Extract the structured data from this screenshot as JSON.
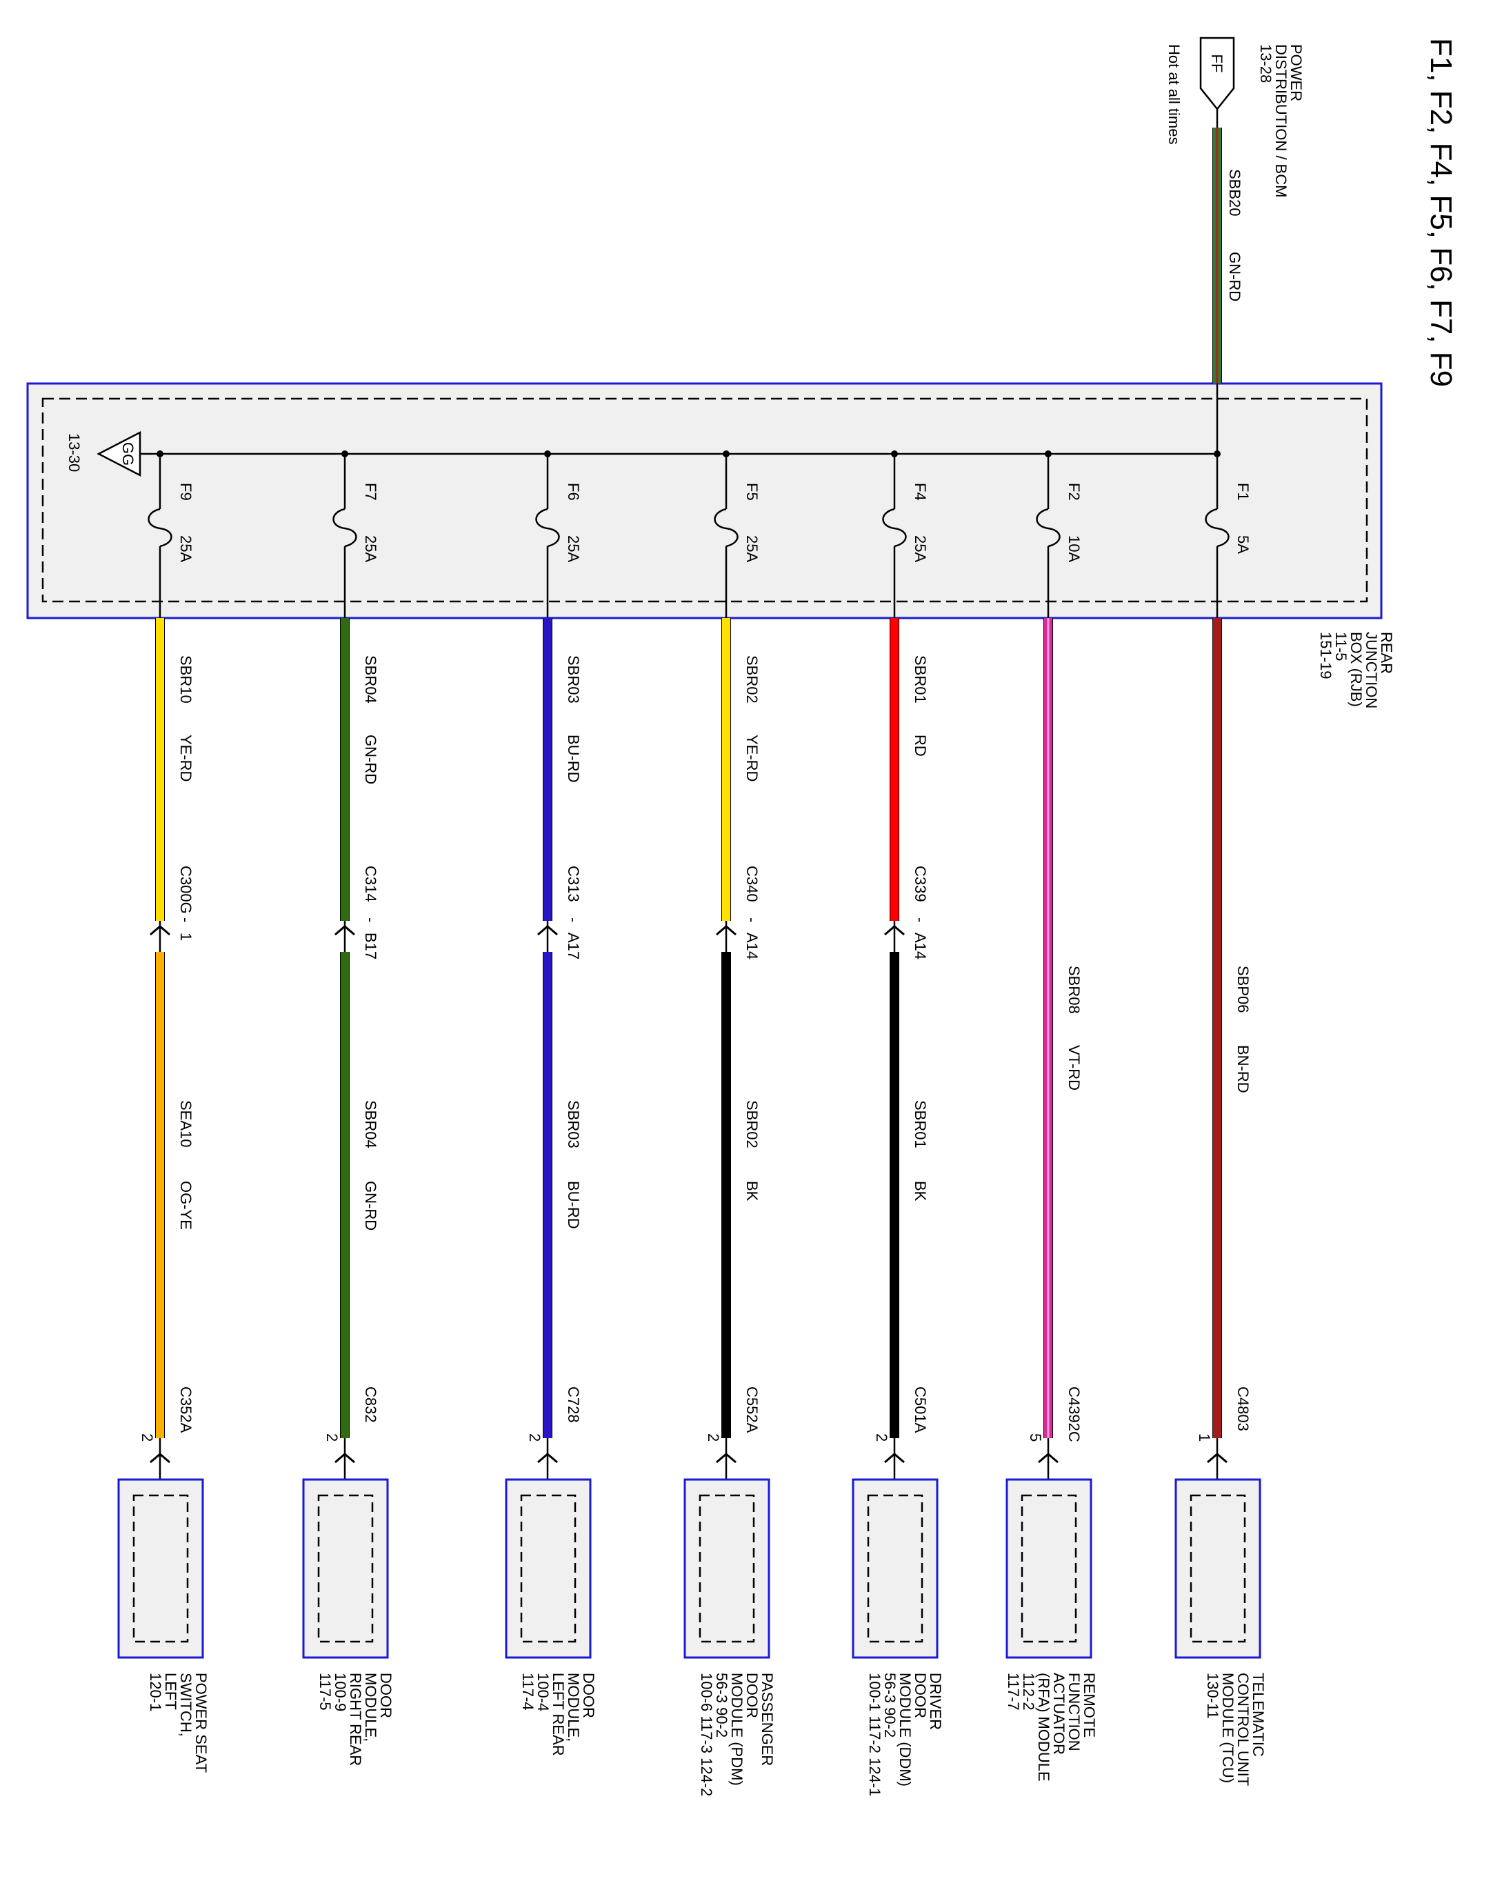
{
  "title": "F1, F2, F4, F5, F6, F7, F9",
  "source": {
    "connector": "FF",
    "name_lines": [
      "POWER",
      "DISTRIBUTION / BCM",
      "13-28"
    ],
    "note": "Hot at all times",
    "wire": "SBB20",
    "wire_color": "GN-RD",
    "wire_hex": [
      "#2e7d32",
      "#b71c1c"
    ]
  },
  "junction_box": {
    "name_lines": [
      "REAR",
      "JUNCTION",
      "BOX (RJB)",
      "11-5",
      "151-19"
    ],
    "ground_symbol": "GG",
    "ground_ref": "13-30"
  },
  "colors": {
    "box_border": "#1a1ad6",
    "box_fill": "#f0f0f0"
  },
  "circuits": [
    {
      "fuse": "F1",
      "rating": "5A",
      "wire1": "SBP06",
      "color1": "BN-RD",
      "hex1": [
        "#a61b1b",
        "#a61b1b"
      ],
      "inline": null,
      "component_connector": "C4803",
      "pin": "1",
      "component_lines": [
        "TELEMATIC",
        "CONTROL UNIT",
        "MODULE (TCU)",
        "130-11"
      ]
    },
    {
      "fuse": "F2",
      "rating": "10A",
      "wire1": "SBR08",
      "color1": "VT-RD",
      "hex1": [
        "#d02f9a",
        "#ff9ad5"
      ],
      "inline": null,
      "component_connector": "C4392C",
      "pin": "5",
      "component_lines": [
        "REMOTE",
        "FUNCTION",
        "ACTUATOR",
        "(RFA) MODULE",
        "112-2",
        "117-7"
      ]
    },
    {
      "fuse": "F4",
      "rating": "25A",
      "wire1": "SBR01",
      "color1": "RD",
      "hex1": [
        "#ff0000",
        "#ff0000"
      ],
      "inline": {
        "connector": "C339",
        "pin": "A14",
        "wire2": "SBR01",
        "color2": "BK",
        "hex2": [
          "#000000",
          "#000000"
        ]
      },
      "component_connector": "C501A",
      "pin": "2",
      "component_lines": [
        "DRIVER",
        "DOOR",
        "MODULE (DDM)",
        "56-3   90-2",
        "100-1   117-2   124-1"
      ]
    },
    {
      "fuse": "F5",
      "rating": "25A",
      "wire1": "SBR02",
      "color1": "YE-RD",
      "hex1": [
        "#ffe000",
        "#ffe000"
      ],
      "inline": {
        "connector": "C340",
        "pin": "A14",
        "wire2": "SBR02",
        "color2": "BK",
        "hex2": [
          "#000000",
          "#000000"
        ]
      },
      "component_connector": "C552A",
      "pin": "2",
      "component_lines": [
        "PASSENGER",
        "DOOR",
        "MODULE (PDM)",
        "56-3   90-2",
        "100-6   117-3   124-2"
      ]
    },
    {
      "fuse": "F6",
      "rating": "25A",
      "wire1": "SBR03",
      "color1": "BU-RD",
      "hex1": [
        "#2a14c8",
        "#2a14c8"
      ],
      "inline": {
        "connector": "C313",
        "pin": "A17",
        "wire2": "SBR03",
        "color2": "BU-RD",
        "hex2": [
          "#2a14c8",
          "#2a14c8"
        ]
      },
      "component_connector": "C728",
      "pin": "2",
      "component_lines": [
        "DOOR",
        "MODULE,",
        "LEFT REAR",
        "100-4",
        "117-4"
      ]
    },
    {
      "fuse": "F7",
      "rating": "25A",
      "wire1": "SBR04",
      "color1": "GN-RD",
      "hex1": [
        "#2e6b12",
        "#2e6b12"
      ],
      "inline": {
        "connector": "C314",
        "pin": "B17",
        "wire2": "SBR04",
        "color2": "GN-RD",
        "hex2": [
          "#2e6b12",
          "#2e6b12"
        ]
      },
      "component_connector": "C832",
      "pin": "2",
      "component_lines": [
        "DOOR",
        "MODULE,",
        "RIGHT REAR",
        "100-9",
        "117-5"
      ]
    },
    {
      "fuse": "F9",
      "rating": "25A",
      "wire1": "SBR10",
      "color1": "YE-RD",
      "hex1": [
        "#ffe000",
        "#ffe000"
      ],
      "inline": {
        "connector": "C300G",
        "pin": "1",
        "wire2": "SEA10",
        "color2": "OG-YE",
        "hex2": [
          "#ffb000",
          "#ffb000"
        ]
      },
      "component_connector": "C352A",
      "pin": "2",
      "component_lines": [
        "POWER SEAT",
        "SWITCH,",
        "LEFT",
        "120-1"
      ]
    }
  ]
}
